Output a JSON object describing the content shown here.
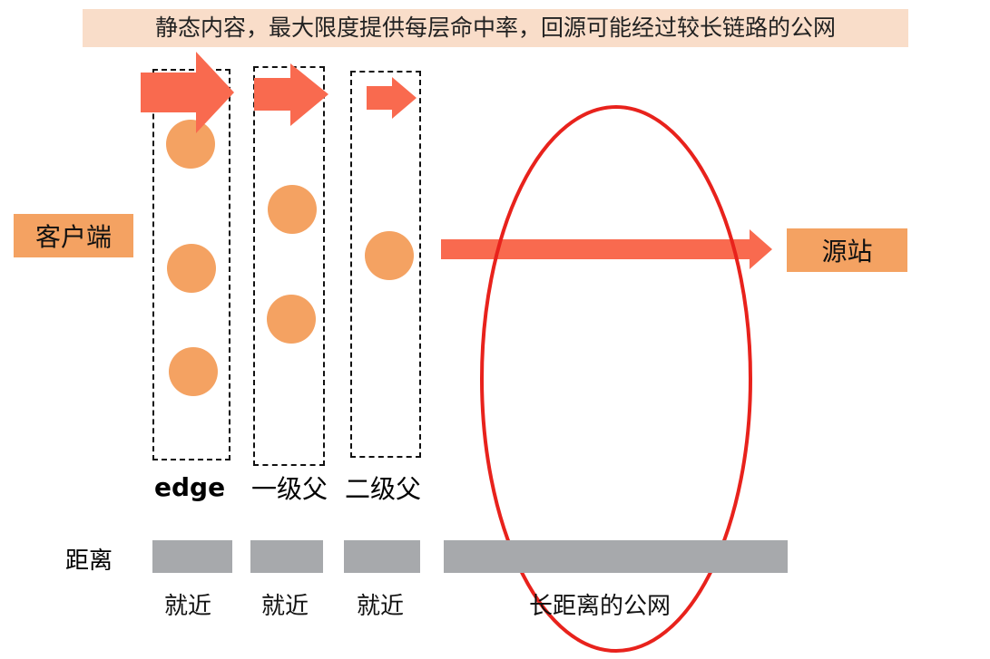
{
  "banner": {
    "text": "静态内容，最大限度提供每层命中率，回源可能经过较长链路的公网"
  },
  "client": {
    "label": "客户端"
  },
  "origin": {
    "label": "源站"
  },
  "tiers": [
    {
      "label": "edge"
    },
    {
      "label": "一级父"
    },
    {
      "label": "二级父"
    }
  ],
  "distance": {
    "label": "距离",
    "segments": [
      {
        "label": "就近"
      },
      {
        "label": "就近"
      },
      {
        "label": "就近"
      },
      {
        "label": "长距离的公网"
      }
    ]
  },
  "colors": {
    "banner_bg": "#f9ddc9",
    "label_box": "#f4a262",
    "arrow": "#f96a4f",
    "node": "#f4a262",
    "bar": "#a7a9ac",
    "highlight_ring": "#e8221c"
  }
}
